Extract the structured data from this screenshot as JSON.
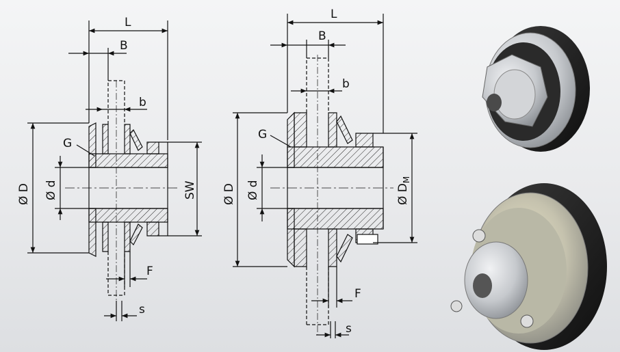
{
  "drawing_left": {
    "labels": {
      "L": "L",
      "B": "B",
      "b": "b",
      "G": "G",
      "D": "Ø D",
      "d": "Ø d",
      "SW": "SW",
      "F": "F",
      "s": "s"
    }
  },
  "drawing_right": {
    "labels": {
      "L": "L",
      "B": "B",
      "b": "b",
      "G": "G",
      "D": "Ø D",
      "d": "Ø d",
      "DM": "Ø D",
      "DM_sub": "M",
      "F": "F",
      "s": "s"
    }
  },
  "colors": {
    "line": "#111111",
    "hatch": "#222222",
    "background_top": "#f4f5f6",
    "background_bottom": "#dddfe2",
    "metal": "#c9ccd0",
    "friction_lining": "#1e1e1e"
  },
  "icons": [
    "hexagon-nut-icon",
    "round-nut-icon"
  ]
}
